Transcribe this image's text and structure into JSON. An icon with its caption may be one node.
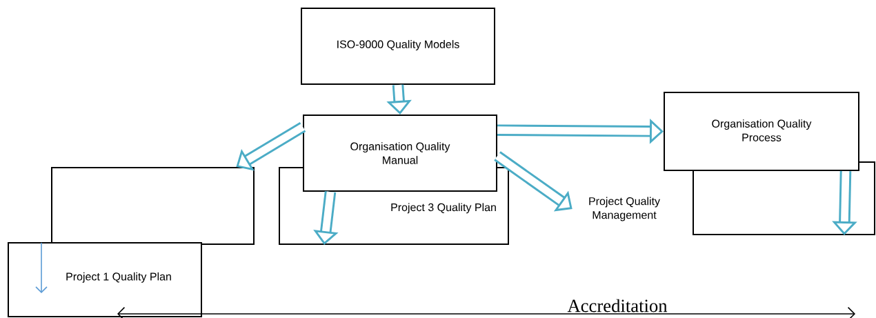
{
  "diagram": {
    "nodes": [
      {
        "text": [
          "ISO-9000 Quality Models"
        ]
      },
      {
        "text": [
          "Organisation Quality Manual"
        ]
      },
      {
        "text": [
          "Project 3 Quality Plan"
        ]
      },
      {
        "text": [],
        "shape": "box"
      },
      {
        "text": [
          "Project 1 Quality Plan"
        ]
      },
      {
        "text": [
          "Project Quality Management"
        ]
      },
      {
        "text": [
          "Organisation Quality Process"
        ]
      },
      {
        "text": [],
        "shape": "box"
      }
    ],
    "edges": [
      {
        "from": 0,
        "to": 1,
        "arrow": "to"
      },
      {
        "from": 1,
        "to": 3,
        "arrow": "to"
      },
      {
        "from": 1,
        "to": 2,
        "arrow": "to"
      },
      {
        "from": 1,
        "to": 5,
        "arrow": "to"
      },
      {
        "from": 1,
        "to": 6,
        "arrow": "to"
      },
      {
        "from": 6,
        "to": 7,
        "arrow": "to"
      }
    ],
    "labels": [
      "Accreditation"
    ]
  }
}
